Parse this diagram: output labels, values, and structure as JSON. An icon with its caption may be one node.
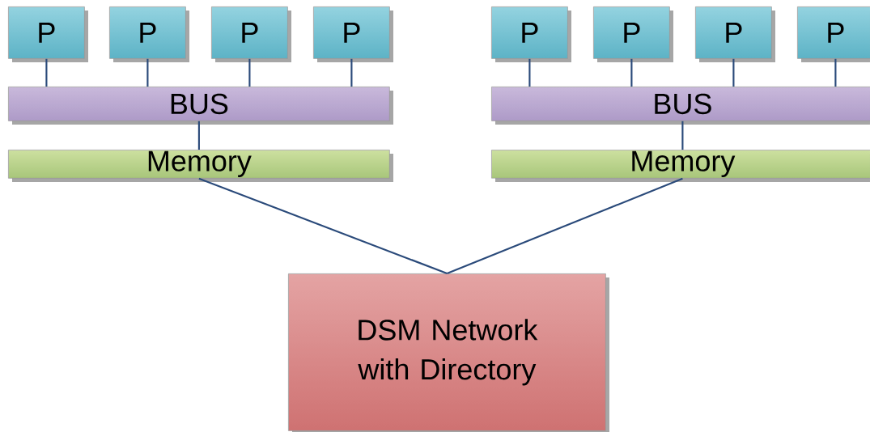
{
  "diagram": {
    "nodes": [
      {
        "text": [
          "P"
        ]
      },
      {
        "text": [
          "P"
        ]
      },
      {
        "text": [
          "P"
        ]
      },
      {
        "text": [
          "P"
        ]
      },
      {
        "text": [
          "P"
        ]
      },
      {
        "text": [
          "P"
        ]
      },
      {
        "text": [
          "P"
        ]
      },
      {
        "text": [
          "P"
        ]
      },
      {
        "text": [
          "BUS"
        ]
      },
      {
        "text": [
          "BUS"
        ]
      },
      {
        "text": [
          "Memory"
        ]
      },
      {
        "text": [
          "Memory"
        ]
      },
      {
        "text": [
          "DSM Network with Directory"
        ]
      }
    ],
    "edges": [
      {
        "from": 0,
        "to": 8,
        "arrow": "none"
      },
      {
        "from": 1,
        "to": 8,
        "arrow": "none"
      },
      {
        "from": 2,
        "to": 8,
        "arrow": "none"
      },
      {
        "from": 3,
        "to": 8,
        "arrow": "none"
      },
      {
        "from": 4,
        "to": 9,
        "arrow": "none"
      },
      {
        "from": 5,
        "to": 9,
        "arrow": "none"
      },
      {
        "from": 6,
        "to": 9,
        "arrow": "none"
      },
      {
        "from": 7,
        "to": 9,
        "arrow": "none"
      },
      {
        "from": 8,
        "to": 10,
        "arrow": "none"
      },
      {
        "from": 9,
        "to": 11,
        "arrow": "none"
      },
      {
        "from": 10,
        "to": 12,
        "arrow": "none"
      },
      {
        "from": 11,
        "to": 12,
        "arrow": "none"
      }
    ]
  }
}
